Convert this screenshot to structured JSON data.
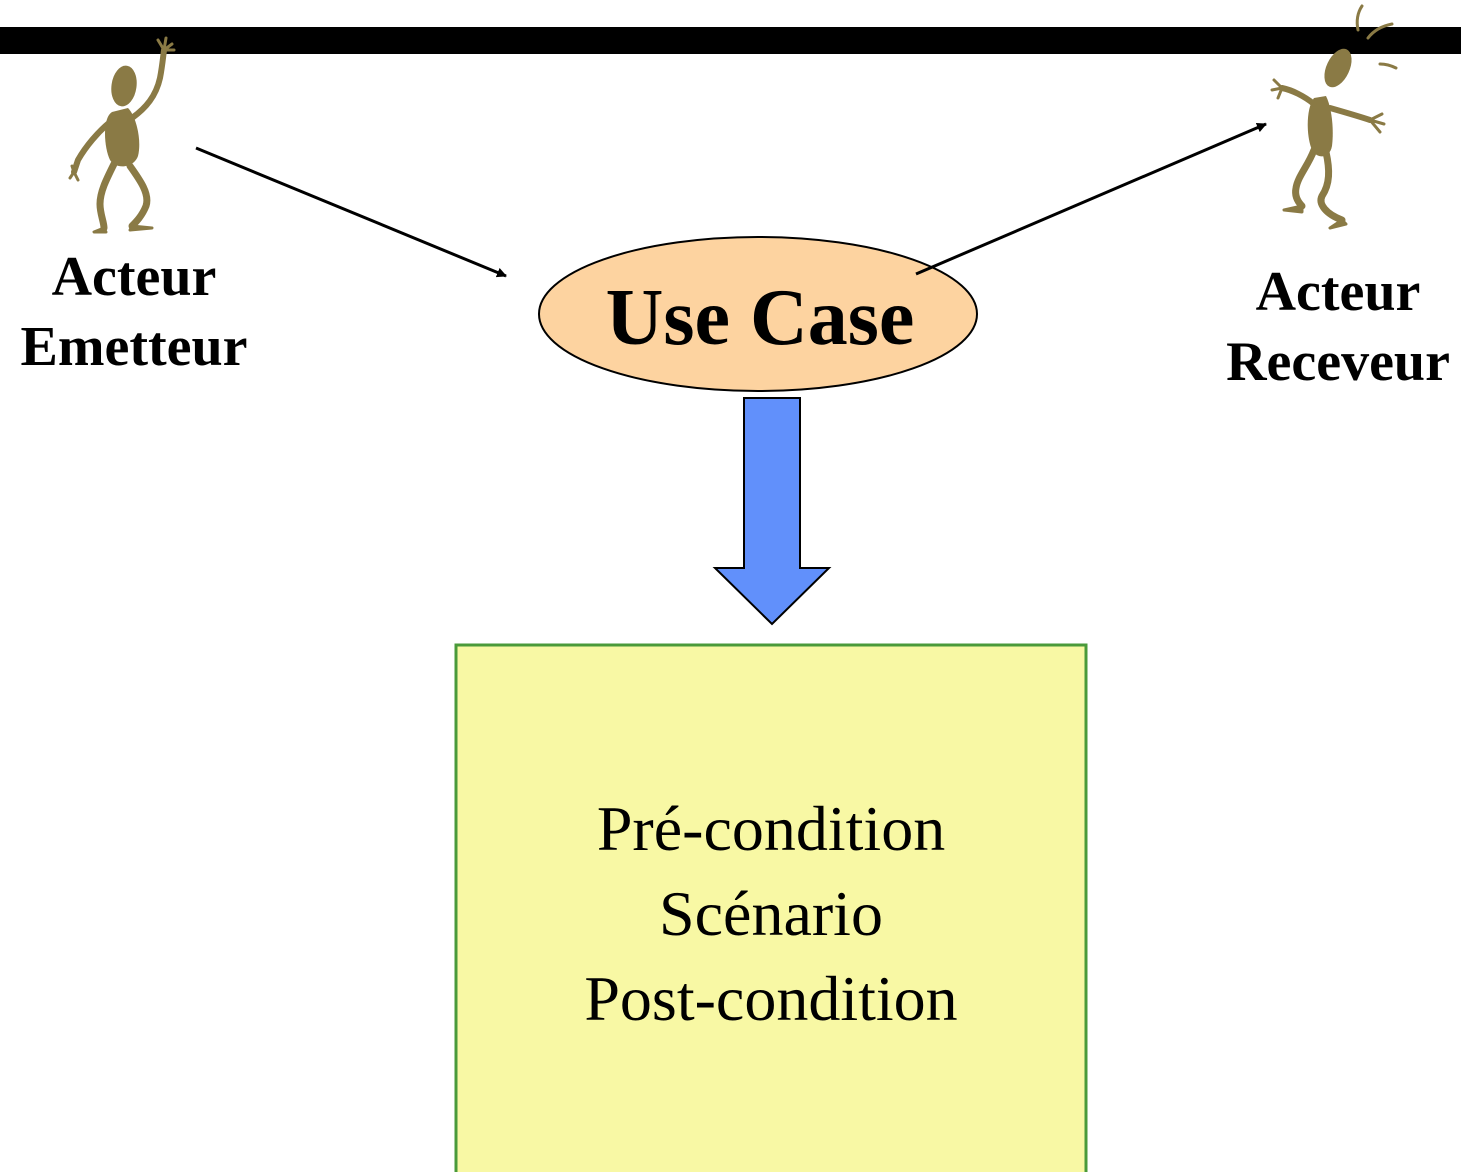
{
  "actors": {
    "sender": {
      "line1": "Acteur",
      "line2": "Emetteur",
      "icon": "waving-figure-icon"
    },
    "receiver": {
      "line1": "Acteur",
      "line2": "Receveur",
      "icon": "dancing-figure-icon"
    }
  },
  "use_case": {
    "label": "Use Case"
  },
  "specification": {
    "lines": [
      "Pré-condition",
      "Scénario",
      "Post-condition"
    ]
  },
  "colors": {
    "figure": "#8a7a45",
    "ellipse_fill": "#fdd3a0",
    "arrow_fill": "#6190fb",
    "box_fill": "#f8f8a4",
    "box_border": "#4a9a3a",
    "top_bar": "#000000"
  }
}
